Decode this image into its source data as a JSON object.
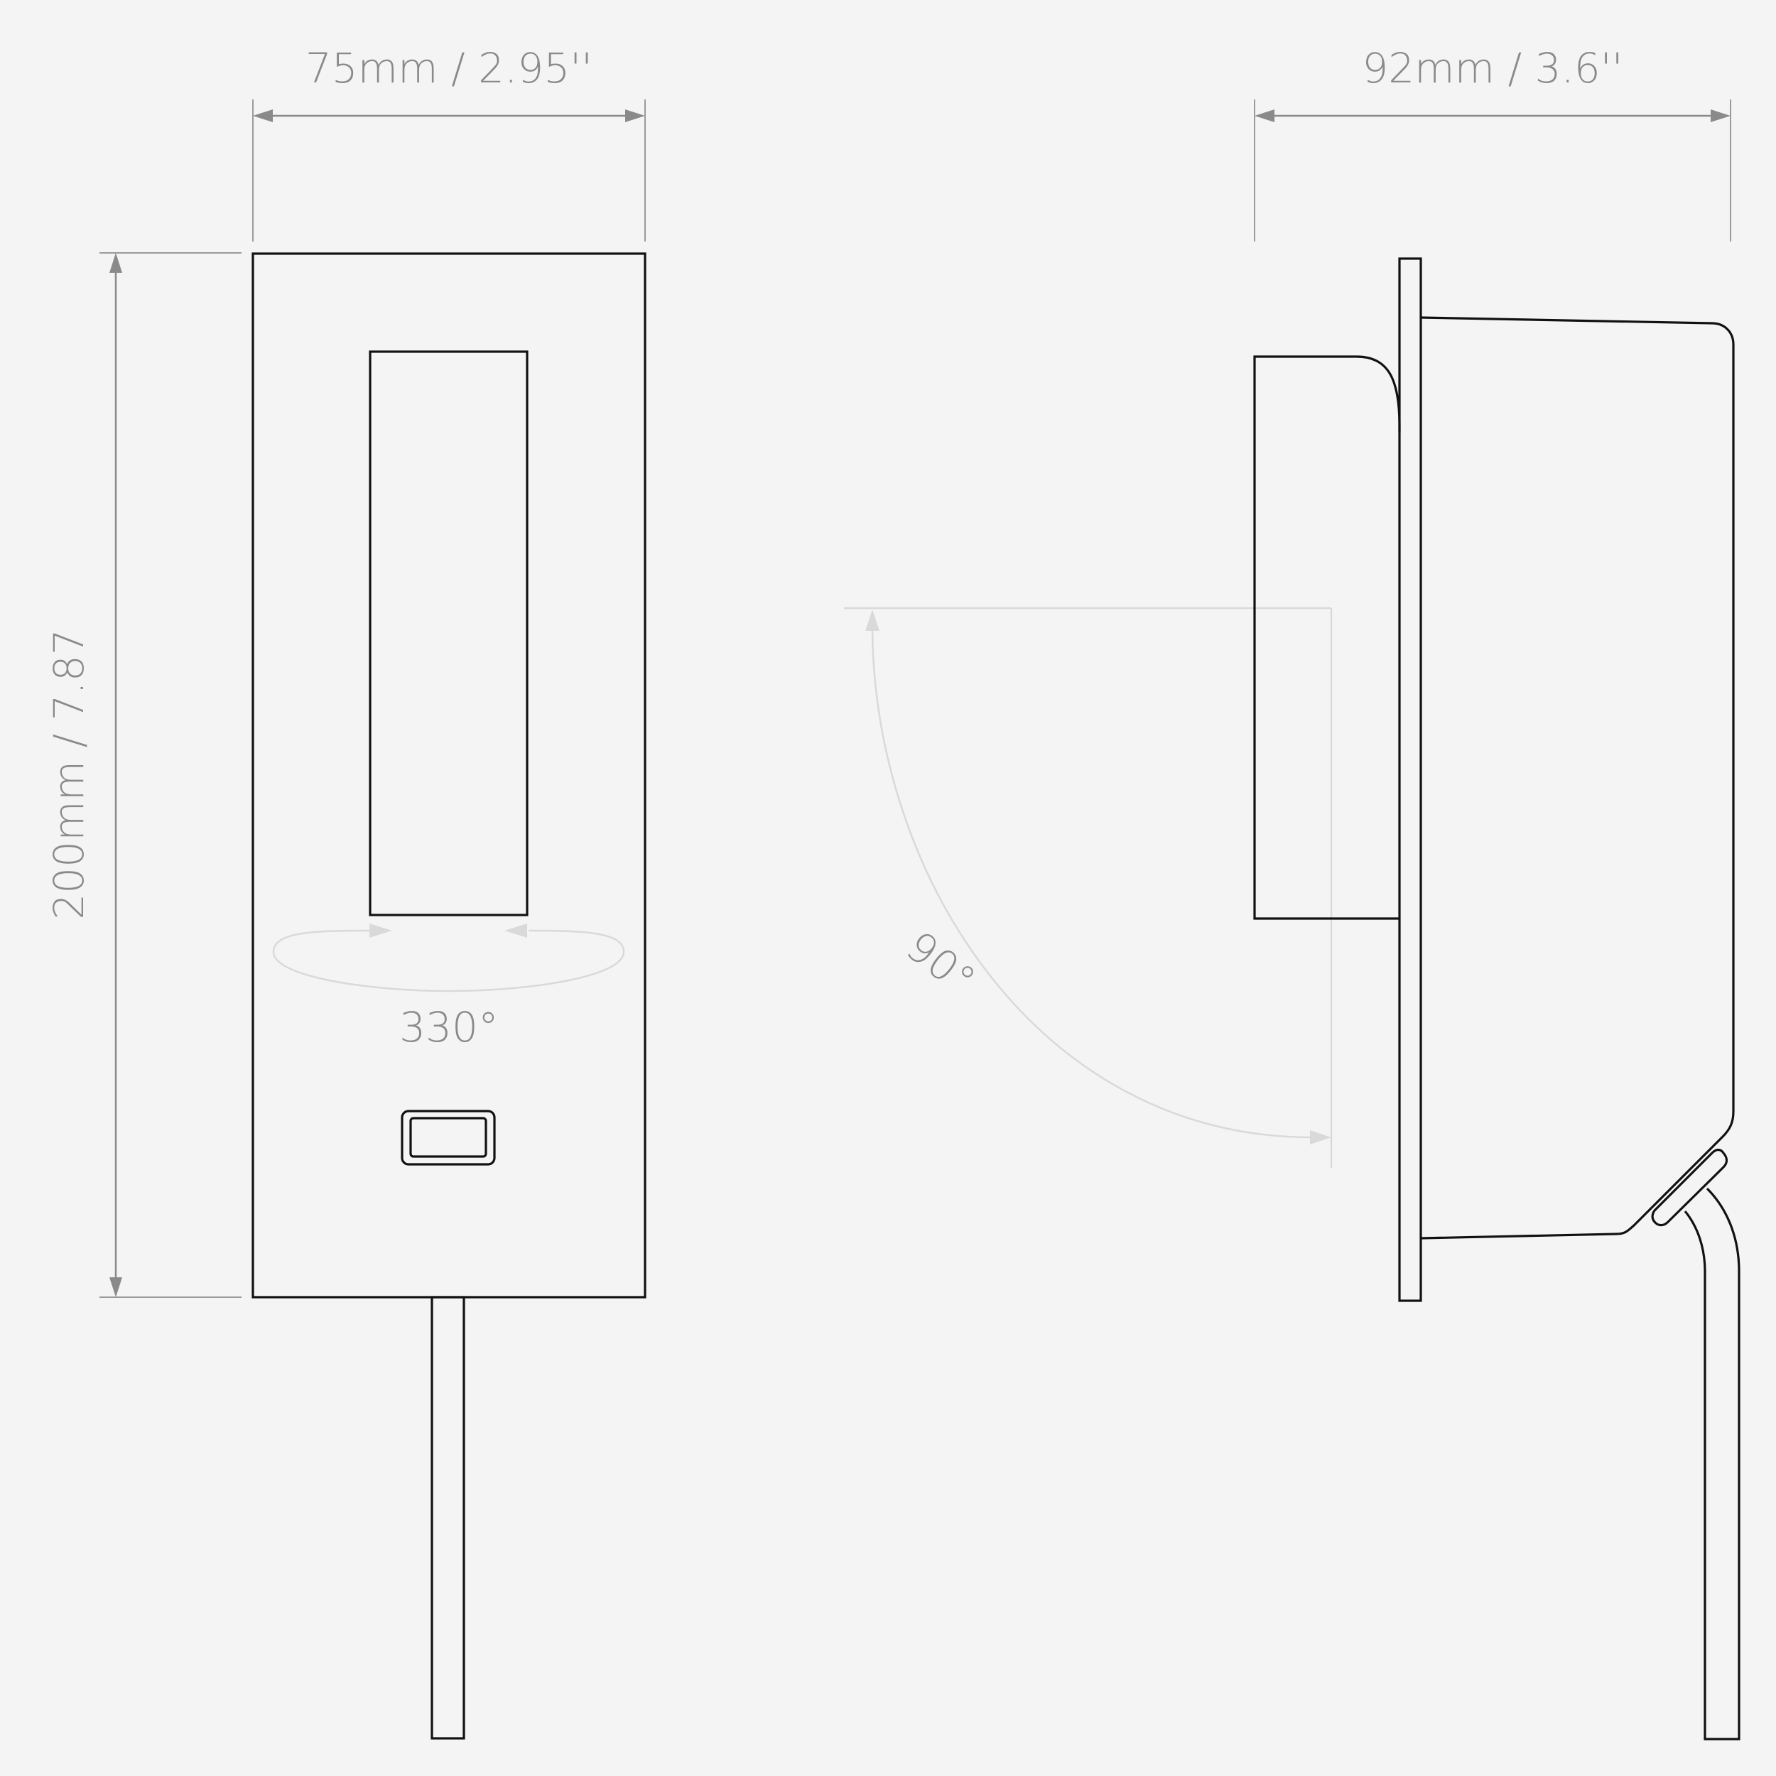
{
  "front_view": {
    "width_label": "75mm / 2.95''",
    "height_label": "200mm / 7.87",
    "rotation_label": "330°"
  },
  "side_view": {
    "depth_label": "92mm / 3.6''",
    "tilt_label": "90°"
  },
  "colors": {
    "background": "#f4f4f4",
    "outline": "#111111",
    "dimension": "#8a8a8a",
    "rotation_guide": "#d9d9d9"
  }
}
